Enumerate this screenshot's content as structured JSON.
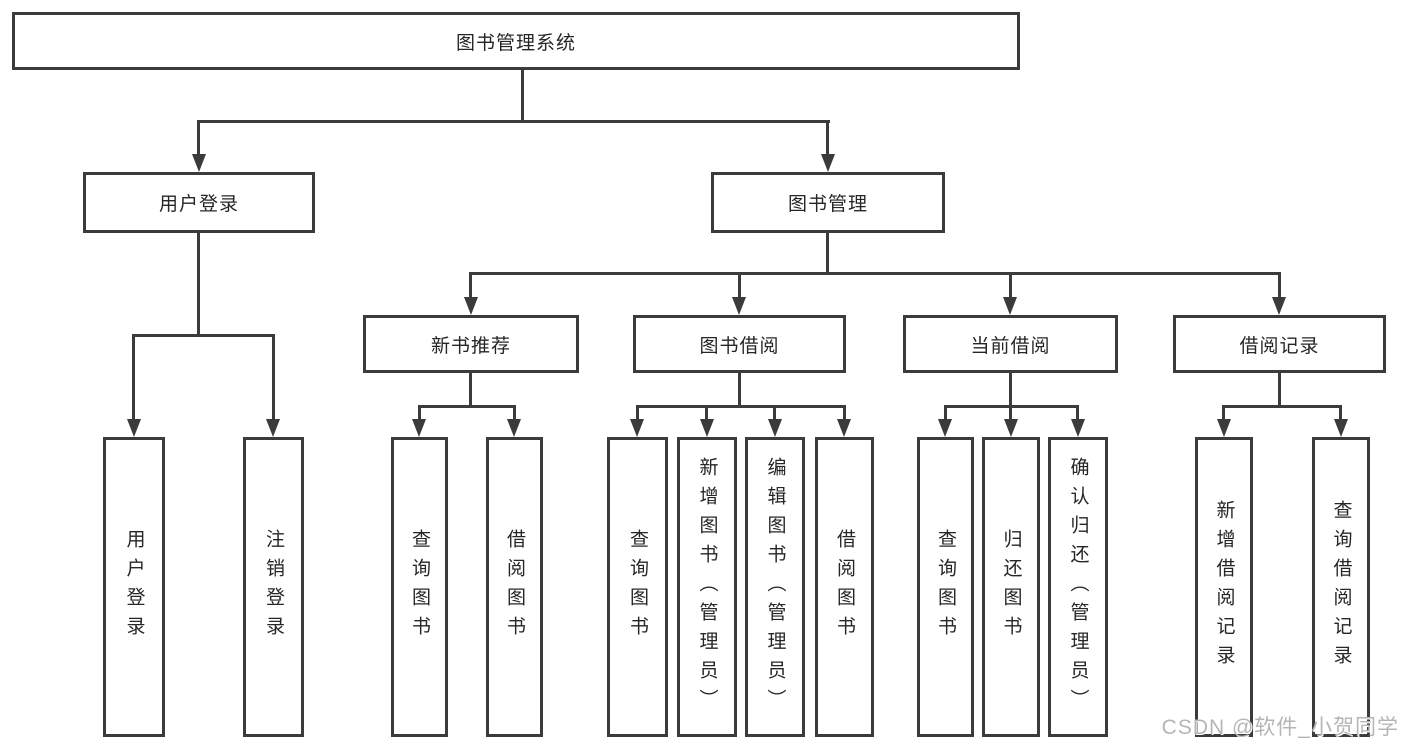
{
  "tree": {
    "root": {
      "label": "图书管理系统"
    },
    "user_login": {
      "label": "用户登录",
      "children": [
        {
          "label": "用户登录"
        },
        {
          "label": "注销登录"
        }
      ]
    },
    "book_mgmt": {
      "label": "图书管理",
      "groups": [
        {
          "label": "新书推荐",
          "children": [
            {
              "label": "查询图书"
            },
            {
              "label": "借阅图书"
            }
          ]
        },
        {
          "label": "图书借阅",
          "children": [
            {
              "label": "查询图书"
            },
            {
              "label": "新增图书（管理员）"
            },
            {
              "label": "编辑图书（管理员）"
            },
            {
              "label": "借阅图书"
            }
          ]
        },
        {
          "label": "当前借阅",
          "children": [
            {
              "label": "查询图书"
            },
            {
              "label": "归还图书"
            },
            {
              "label": "确认归还（管理员）"
            }
          ]
        },
        {
          "label": "借阅记录",
          "children": [
            {
              "label": "新增借阅记录"
            },
            {
              "label": "查询借阅记录"
            }
          ]
        }
      ]
    }
  },
  "watermark": "CSDN @软件_小贺同学",
  "colors": {
    "line": "#3b3b3b",
    "border": "#3b3b3b",
    "fill": "#ffffff",
    "text": "#262626",
    "watermark": "#b5b5b5"
  }
}
